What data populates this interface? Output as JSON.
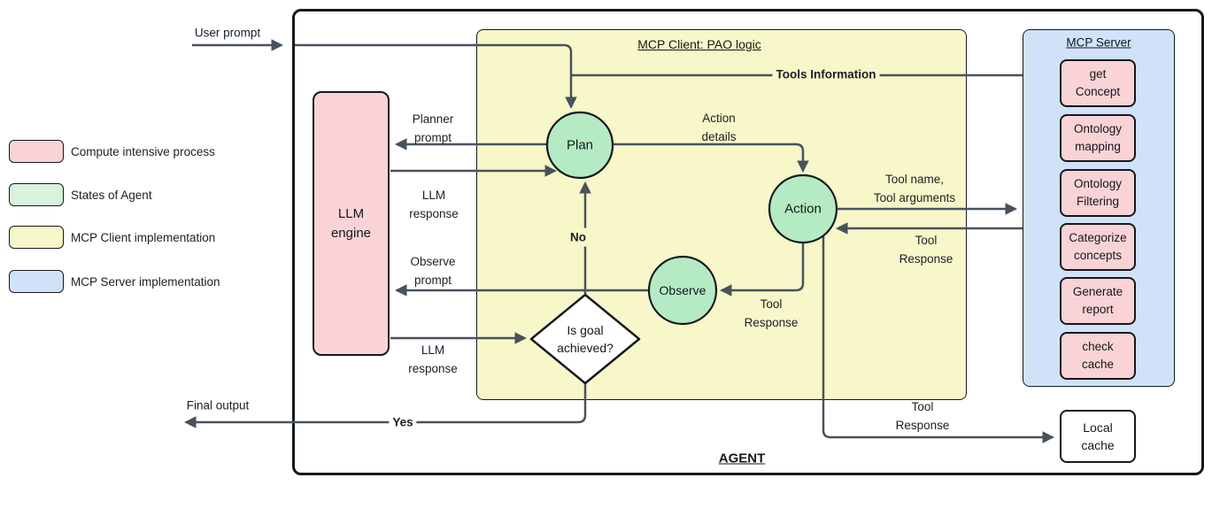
{
  "agent": {
    "label": "AGENT"
  },
  "legend": {
    "items": [
      {
        "label": "Compute intensive process",
        "color": "#f9d3d6"
      },
      {
        "label": "States of Agent",
        "color": "#d9f2dc"
      },
      {
        "label": "MCP Client implementation",
        "color": "#f8f7c9"
      },
      {
        "label": "MCP Server implementation",
        "color": "#cfe2f8"
      }
    ]
  },
  "llm_engine": {
    "label": "LLM\nengine"
  },
  "mcp_client": {
    "title": "MCP Client: PAO logic",
    "plan": "Plan",
    "action": "Action",
    "observe": "Observe",
    "decision": "Is goal\nachieved?"
  },
  "mcp_server": {
    "title": "MCP Server",
    "tools": [
      "get\nConcept",
      "Ontology\nmapping",
      "Ontology\nFiltering",
      "Categorize\nconcepts",
      "Generate\nreport",
      "check\ncache"
    ]
  },
  "local_cache": {
    "label": "Local\ncache"
  },
  "edges": {
    "user_prompt": "User prompt",
    "tools_information": "Tools Information",
    "planner_prompt": "Planner\nprompt",
    "llm_response_to_plan": "LLM\nresponse",
    "action_details": "Action\ndetails",
    "tool_name_arguments": "Tool name,\nTool arguments",
    "tool_response_to_action": "Tool\nResponse",
    "tool_response_to_observe": "Tool\nResponse",
    "observe_prompt": "Observe\nprompt",
    "llm_response_to_decision": "LLM\nresponse",
    "no": "No",
    "yes": "Yes",
    "tool_response_to_cache": "Tool\nResponse",
    "final_output": "Final output"
  },
  "colors": {
    "compute_intensive_pink": "#f9d3d6",
    "state_green": "#b5ebc4",
    "legend_green": "#d9f2dc",
    "client_yellow": "#f8f7c9",
    "server_blue": "#cfe2f8",
    "wire_gray": "#47525e",
    "border_black": "#15181c"
  }
}
